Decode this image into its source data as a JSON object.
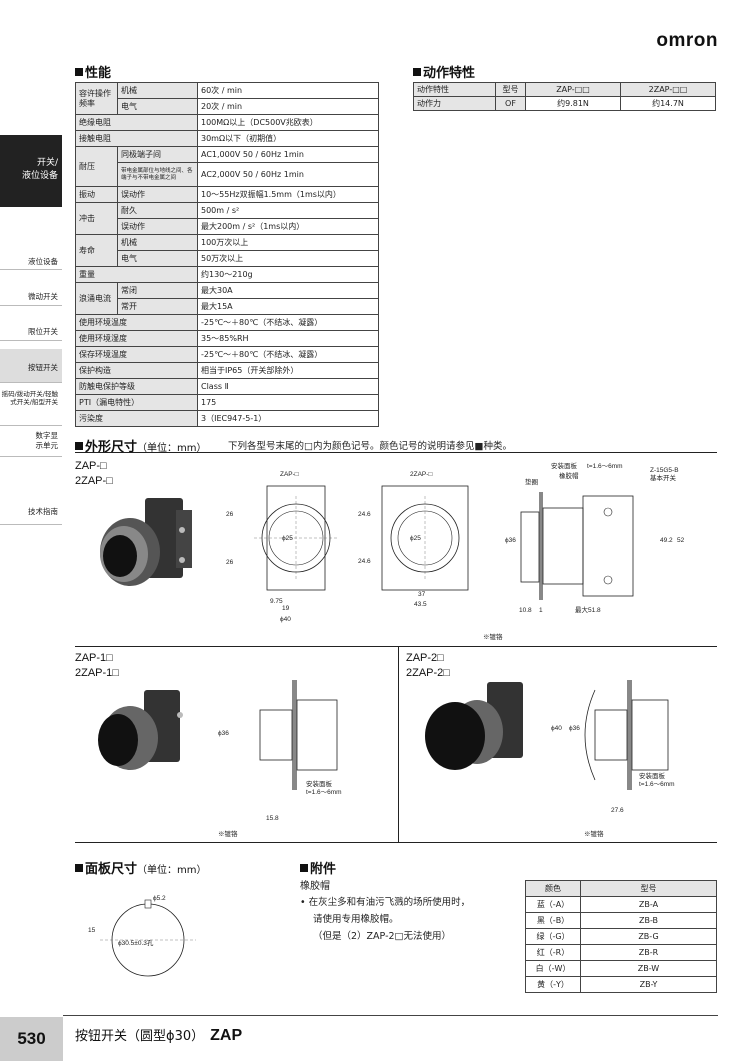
{
  "brand": "omron",
  "sidebar": {
    "active": "开关/\n液位设备",
    "items": [
      "液位设备",
      "微动开关",
      "限位开关",
      "按钮开关",
      "摇码/拨动开关/轻触式开关/船型开关",
      "数字显示单元",
      "技术指南"
    ]
  },
  "spec": {
    "title": "性能",
    "rows": [
      {
        "a": "容许操作频率",
        "b": "机械",
        "v": "60次 / min"
      },
      {
        "a": "",
        "b": "电气",
        "v": "20次 / min"
      },
      {
        "a": "绝缘电阻",
        "b": "",
        "v": "100MΩ以上（DC500V兆欧表）"
      },
      {
        "a": "接触电阻",
        "b": "",
        "v": "30mΩ以下（初期值）"
      },
      {
        "a": "耐压",
        "b": "同极端子间",
        "v": "AC1,000V 50 / 60Hz 1min"
      },
      {
        "a": "",
        "b": "带电金属部位与地线之间、各端子与不带电金属之间",
        "v": "AC2,000V 50 / 60Hz 1min"
      },
      {
        "a": "振动",
        "b": "误动作",
        "v": "10～55Hz双振幅1.5mm（1ms以内）"
      },
      {
        "a": "冲击",
        "b": "耐久",
        "v": "500m / s²"
      },
      {
        "a": "",
        "b": "误动作",
        "v": "最大200m / s²（1ms以内）"
      },
      {
        "a": "寿命",
        "b": "机械",
        "v": "100万次以上"
      },
      {
        "a": "",
        "b": "电气",
        "v": "50万次以上"
      },
      {
        "a": "重量",
        "b": "",
        "v": "约130～210g"
      },
      {
        "a": "浪涌电流",
        "b": "常闭",
        "v": "最大30A"
      },
      {
        "a": "",
        "b": "常开",
        "v": "最大15A"
      },
      {
        "a": "使用环境温度",
        "b": "",
        "v": "-25℃～＋80℃（不结冰、凝露）"
      },
      {
        "a": "使用环境湿度",
        "b": "",
        "v": "35～85%RH"
      },
      {
        "a": "保存环境温度",
        "b": "",
        "v": "-25℃～＋80℃（不结冰、凝露）"
      },
      {
        "a": "保护构造",
        "b": "",
        "v": "相当于IP65（开关部除外）"
      },
      {
        "a": "防触电保护等级",
        "b": "",
        "v": "Class Ⅱ"
      },
      {
        "a": "PTI（漏电特性）",
        "b": "",
        "v": "175"
      },
      {
        "a": "污染度",
        "b": "",
        "v": "3（IEC947-5-1）"
      }
    ]
  },
  "action": {
    "title": "动作特性",
    "h1": "动作特性",
    "h2": "型号",
    "h3": "ZAP-□□",
    "h4": "2ZAP-□□",
    "r1": "动作力",
    "r2": "OF",
    "r3": "约9.81N",
    "r4": "约14.7N"
  },
  "dims": {
    "title": "外形尺寸",
    "unit": "（单位：mm）",
    "note": "下列各型号末尾的□内为颜色记号。颜色记号的说明请参见■种类。",
    "m1a": "ZAP-□",
    "m1b": "2ZAP-□",
    "m2a": "ZAP-1□",
    "m2b": "2ZAP-1□",
    "m3a": "ZAP-2□",
    "m3b": "2ZAP-2□",
    "plated": "※镀铬",
    "d_zap": "ZAP-□",
    "d_2zap": "2ZAP-□",
    "panel": "安装面板",
    "t": "t=1.6～6mm",
    "rubber": "橡胶帽",
    "washer": "垫圈",
    "z15": "Z-15G5-B",
    "zbase": "基本开关",
    "d26": "26",
    "d246": "24.6",
    "d25": "ϕ25",
    "d975": "9.75",
    "d19": "19",
    "d40": "ϕ40",
    "d37": "37",
    "d435": "43.5",
    "d36": "ϕ36",
    "d492": "49.2",
    "d52": "52",
    "d108": "10.8",
    "d1": "1",
    "dmax": "最大51.8",
    "d158": "15.8",
    "d276": "27.6"
  },
  "panel": {
    "title": "面板尺寸",
    "unit": "（单位：mm）",
    "d52": "ϕ5.2",
    "d15": "15",
    "d305": "ϕ30.5±0.3孔"
  },
  "accessory": {
    "title": "附件",
    "name": "橡胶帽",
    "line1": "• 在灰尘多和有油污飞溅的场所使用时，",
    "line2": "请使用专用橡胶帽。",
    "line3": "（但是（2）ZAP-2□无法使用）",
    "h_color": "颜色",
    "h_model": "型号",
    "rows": [
      {
        "c": "蓝（-A）",
        "m": "ZB-A"
      },
      {
        "c": "黑（-B）",
        "m": "ZB-B"
      },
      {
        "c": "绿（-G）",
        "m": "ZB-G"
      },
      {
        "c": "红（-R）",
        "m": "ZB-R"
      },
      {
        "c": "白（-W）",
        "m": "ZB-W"
      },
      {
        "c": "黄（-Y）",
        "m": "ZB-Y"
      }
    ]
  },
  "footer": {
    "page": "530",
    "title": "按钮开关（圆型ϕ30）",
    "model": "ZAP"
  }
}
